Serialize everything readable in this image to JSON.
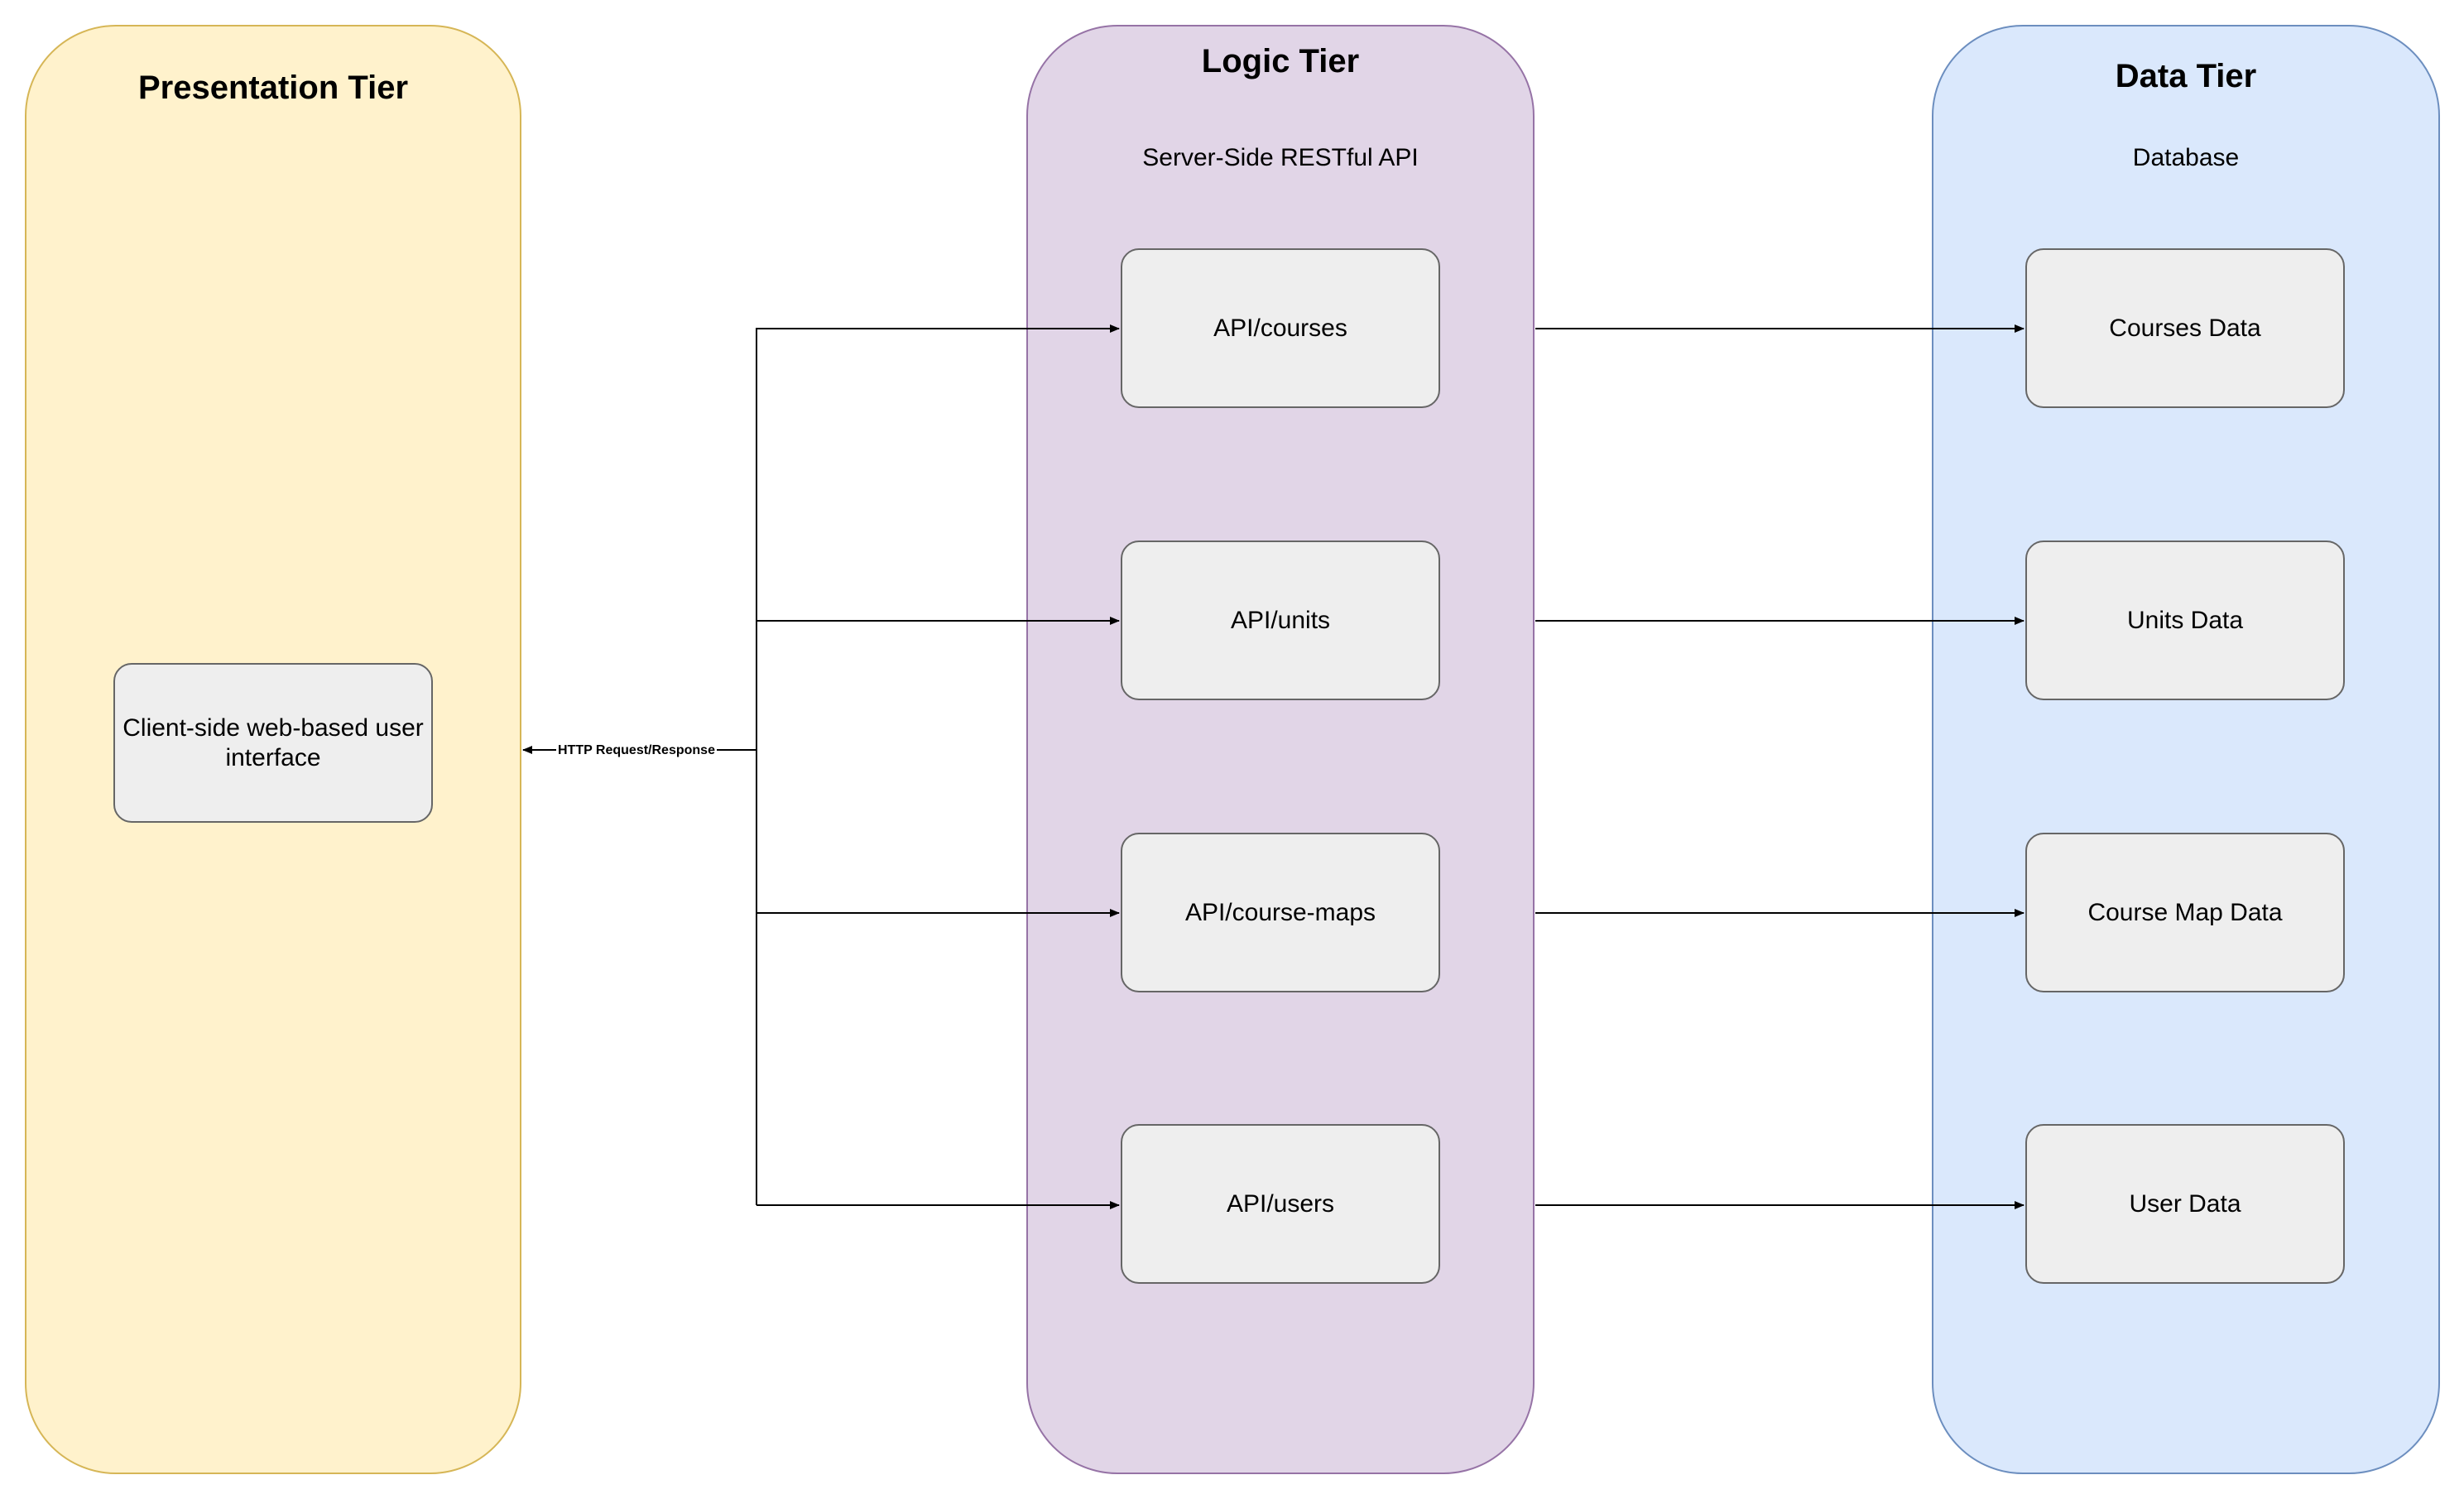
{
  "colors": {
    "presentation_fill": "#fff2cc",
    "presentation_stroke": "#d6b656",
    "logic_fill": "#e1d5e7",
    "logic_stroke": "#9673a6",
    "data_fill": "#dae8fc",
    "data_stroke": "#6c8ebf",
    "box_fill": "#eeeeee",
    "box_stroke": "#666666",
    "connector": "#000000"
  },
  "tiers": {
    "presentation": {
      "title": "Presentation Tier",
      "components": [
        {
          "label": "Client-side web-based user interface"
        }
      ]
    },
    "logic": {
      "title": "Logic Tier",
      "subtitle": "Server-Side RESTful API",
      "components": [
        {
          "label": "API/courses"
        },
        {
          "label": "API/units"
        },
        {
          "label": "API/course-maps"
        },
        {
          "label": "API/users"
        }
      ]
    },
    "data": {
      "title": "Data Tier",
      "subtitle": "Database",
      "components": [
        {
          "label": "Courses Data"
        },
        {
          "label": "Units Data"
        },
        {
          "label": "Course Map Data"
        },
        {
          "label": "User Data"
        }
      ]
    }
  },
  "connections": {
    "client_label": "HTTP Request/Response"
  }
}
